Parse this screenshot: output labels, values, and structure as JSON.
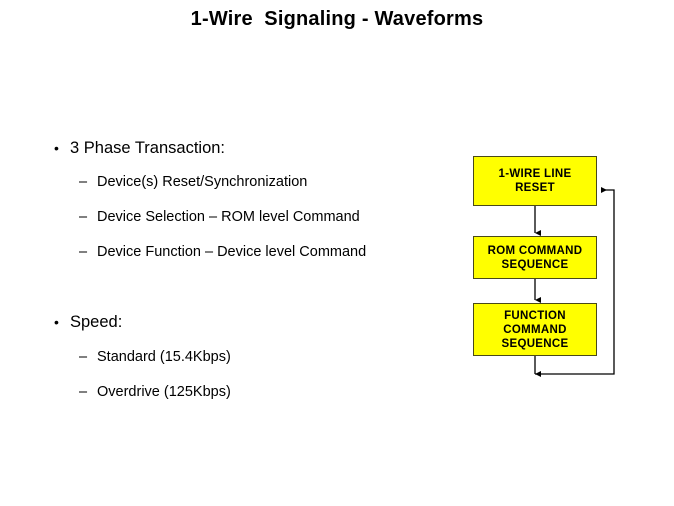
{
  "slide": {
    "title": "1-Wire  Signaling - Waveforms",
    "background_color": "#FFFFFF",
    "text_color": "#000000"
  },
  "content": {
    "bullets": [
      {
        "marker": "•",
        "label": "3 Phase Transaction:",
        "sub_items": [
          {
            "marker": "–",
            "label": "Device(s) Reset/Synchronization"
          },
          {
            "marker": "–",
            "label": "Device Selection – ROM level Command"
          },
          {
            "marker": "–",
            "label": "Device Function – Device level Command"
          }
        ]
      },
      {
        "marker": "•",
        "label": "Speed:",
        "sub_items": [
          {
            "marker": "–",
            "label": "Standard (15.4Kbps)"
          },
          {
            "marker": "–",
            "label": "Overdrive (125Kbps)"
          }
        ]
      }
    ]
  },
  "flowchart": {
    "fill_color": "#FFFF00",
    "border_color": "#4A4A18",
    "arrow_color": "#000000",
    "boxes": [
      {
        "id": "one-wire-line-reset",
        "lines": [
          "1-WIRE LINE",
          "RESET"
        ]
      },
      {
        "id": "rom-command-sequence",
        "lines": [
          "ROM COMMAND",
          "SEQUENCE"
        ]
      },
      {
        "id": "function-command-sequence",
        "lines": [
          "FUNCTION",
          "COMMAND",
          "SEQUENCE"
        ]
      }
    ]
  }
}
